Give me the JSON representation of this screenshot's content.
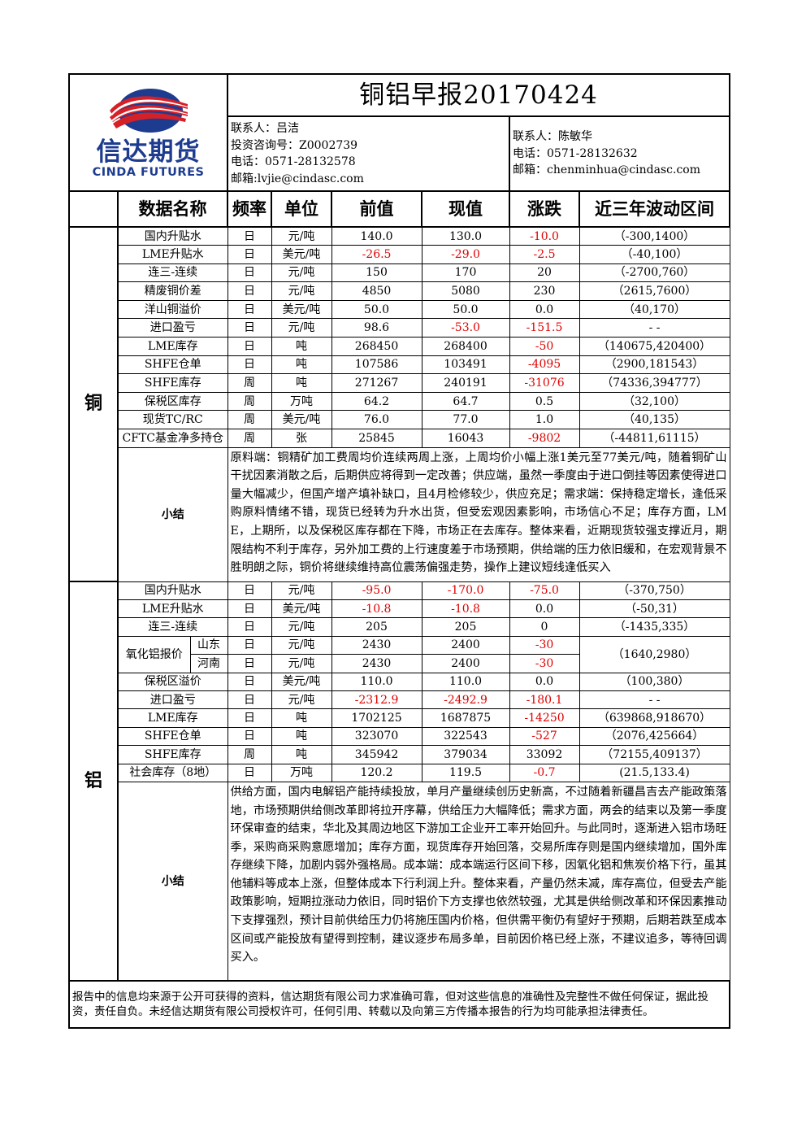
{
  "title": "铜铝早报20170424",
  "logo": {
    "name_cn": "信达期货",
    "name_en": "CINDA FUTURES"
  },
  "contact1": [
    "联系人：吕洁",
    "投资咨询号：Z0002739",
    "电话：0571-28132578",
    "邮箱:lvjie@cindasc.com"
  ],
  "contact2": [
    "联系人：陈敏华",
    "电话：0571-28132632",
    "邮箱：chenminhua@cindasc.com"
  ],
  "headers": [
    "数据名称",
    "频率",
    "单位",
    "前值",
    "现值",
    "涨跌",
    "近三年波动区间"
  ],
  "copper": {
    "label": "铜",
    "rows": [
      {
        "name": "国内升贴水",
        "freq": "日",
        "unit": "元/吨",
        "prev": "140.0",
        "curr": "130.0",
        "chg": "-10.0",
        "range": "（-300,1400）"
      },
      {
        "name": "LME升贴水",
        "freq": "日",
        "unit": "美元/吨",
        "prev": "-26.5",
        "curr": "-29.0",
        "chg": "-2.5",
        "range": "（-40,100）"
      },
      {
        "name": "连三-连续",
        "freq": "日",
        "unit": "元/吨",
        "prev": "150",
        "curr": "170",
        "chg": "20",
        "range": "（-2700,760）"
      },
      {
        "name": "精废铜价差",
        "freq": "日",
        "unit": "元/吨",
        "prev": "4850",
        "curr": "5080",
        "chg": "230",
        "range": "（2615,7600）"
      },
      {
        "name": "洋山铜溢价",
        "freq": "日",
        "unit": "美元/吨",
        "prev": "50.0",
        "curr": "50.0",
        "chg": "0.0",
        "range": "（40,170）"
      },
      {
        "name": "进口盈亏",
        "freq": "日",
        "unit": "元/吨",
        "prev": "98.6",
        "curr": "-53.0",
        "chg": "-151.5",
        "range": "- -"
      },
      {
        "name": "LME库存",
        "freq": "日",
        "unit": "吨",
        "prev": "268450",
        "curr": "268400",
        "chg": "-50",
        "range": "（140675,420400）"
      },
      {
        "name": "SHFE仓单",
        "freq": "日",
        "unit": "吨",
        "prev": "107586",
        "curr": "103491",
        "chg": "-4095",
        "range": "（2900,181543）"
      },
      {
        "name": "SHFE库存",
        "freq": "周",
        "unit": "吨",
        "prev": "271267",
        "curr": "240191",
        "chg": "-31076",
        "range": "（74336,394777）"
      },
      {
        "name": "保税区库存",
        "freq": "周",
        "unit": "万吨",
        "prev": "64.2",
        "curr": "64.7",
        "chg": "0.5",
        "range": "（32,100）"
      },
      {
        "name": "现货TC/RC",
        "freq": "周",
        "unit": "美元/吨",
        "prev": "76.0",
        "curr": "77.0",
        "chg": "1.0",
        "range": "（40,135）"
      },
      {
        "name": "CFTC基金净多持仓",
        "freq": "周",
        "unit": "张",
        "prev": "25845",
        "curr": "16043",
        "chg": "-9802",
        "range": "（-44811,61115）"
      }
    ],
    "summary_label": "小结",
    "summary": "原料端：铜精矿加工费周均价连续两周上涨，上周均价小幅上涨1美元至77美元/吨，随着铜矿山干扰因素消散之后，后期供应将得到一定改善；供应端，虽然一季度由于进口倒挂等因素使得进口量大幅减少，但国产增产填补缺口，且4月检修较少，供应充足；需求端：保持稳定增长，逢低采购原料情绪不错，现货已经转为升水出货，但受宏观因素影响，市场信心不足；库存方面，LME，上期所，以及保税区库存都在下降，市场正在去库存。整体来看，近期现货较强支撑近月，期限结构不利于库存，另外加工费的上行速度差于市场预期，供给端的压力依旧缓和，在宏观背景不胜明朗之际，铜价将继续维持高位震荡偏强走势，操作上建议短线逢低买入"
  },
  "aluminum": {
    "label": "铝",
    "rows_a": [
      {
        "name": "国内升贴水",
        "freq": "日",
        "unit": "元/吨",
        "prev": "-95.0",
        "curr": "-170.0",
        "chg": "-75.0",
        "range": "（-370,750）"
      },
      {
        "name": "LME升贴水",
        "freq": "日",
        "unit": "美元/吨",
        "prev": "-10.8",
        "curr": "-10.8",
        "chg": "0.0",
        "range": "（-50,31）"
      },
      {
        "name": "连三-连续",
        "freq": "日",
        "unit": "元/吨",
        "prev": "205",
        "curr": "205",
        "chg": "0",
        "range": "（-1435,335）"
      }
    ],
    "alumina": {
      "name": "氧化铝报价",
      "range": "（1640,2980）",
      "rows": [
        {
          "region": "山东",
          "freq": "日",
          "unit": "元/吨",
          "prev": "2430",
          "curr": "2400",
          "chg": "-30"
        },
        {
          "region": "河南",
          "freq": "日",
          "unit": "元/吨",
          "prev": "2430",
          "curr": "2400",
          "chg": "-30"
        }
      ]
    },
    "rows_b": [
      {
        "name": "保税区溢价",
        "freq": "日",
        "unit": "美元/吨",
        "prev": "110.0",
        "curr": "110.0",
        "chg": "0.0",
        "range": "（100,380）"
      },
      {
        "name": "进口盈亏",
        "freq": "日",
        "unit": "元/吨",
        "prev": "-2312.9",
        "curr": "-2492.9",
        "chg": "-180.1",
        "range": "- -"
      },
      {
        "name": "LME库存",
        "freq": "日",
        "unit": "吨",
        "prev": "1702125",
        "curr": "1687875",
        "chg": "-14250",
        "range": "（639868,918670）"
      },
      {
        "name": "SHFE仓单",
        "freq": "日",
        "unit": "吨",
        "prev": "323070",
        "curr": "322543",
        "chg": "-527",
        "range": "（2076,425664）"
      },
      {
        "name": "SHFE库存",
        "freq": "周",
        "unit": "吨",
        "prev": "345942",
        "curr": "379034",
        "chg": "33092",
        "range": "（72155,409137）"
      },
      {
        "name": "社会库存（8地）",
        "freq": "日",
        "unit": "万吨",
        "prev": "120.2",
        "curr": "119.5",
        "chg": "-0.7",
        "range": "(21.5,133.4)"
      }
    ],
    "summary_label": "小结",
    "summary": "供给方面，国内电解铝产能持续投放，单月产量继续创历史新高，不过随着新疆昌吉去产能政策落地，市场预期供给侧改革即将拉开序幕，供给压力大幅降低；需求方面，两会的结束以及第一季度环保审查的结束，华北及其周边地区下游加工企业开工率开始回升。与此同时，逐渐进入铝市场旺季，采购商采购意愿增加；库存方面，现货库存开始回落，交易所库存则是国内继续增加，国外库存继续下降，加剧内弱外强格局。成本端：成本端运行区间下移，因氧化铝和焦炭价格下行，虽其他辅料等成本上涨，但整体成本下行利润上升。整体来看，产量仍然未减，库存高位，但受去产能政策影响，短期拉涨动力依旧，同时铝价下方支撑也依然较强，尤其是供给侧改革和环保因素推动下支撑强烈，预计目前供给压力仍将施压国内价格，但供需平衡仍有望好于预期，后期若跌至成本区间或产能投放有望得到控制，建议逐步布局多单，目前因价格已经上涨，不建议追多，等待回调买入。"
  },
  "disclaimer": "报告中的信息均来源于公开可获得的资料，信达期货有限公司力求准确可靠，但对这些信息的准确性及完整性不做任何保证，据此投资，责任自负。未经信达期货有限公司授权许可，任何引用、转载以及向第三方传播本报告的行为均可能承担法律责任。",
  "colors": {
    "negative": "#e00000",
    "logo_blue": "#1d3c8f",
    "logo_red": "#d62028"
  }
}
